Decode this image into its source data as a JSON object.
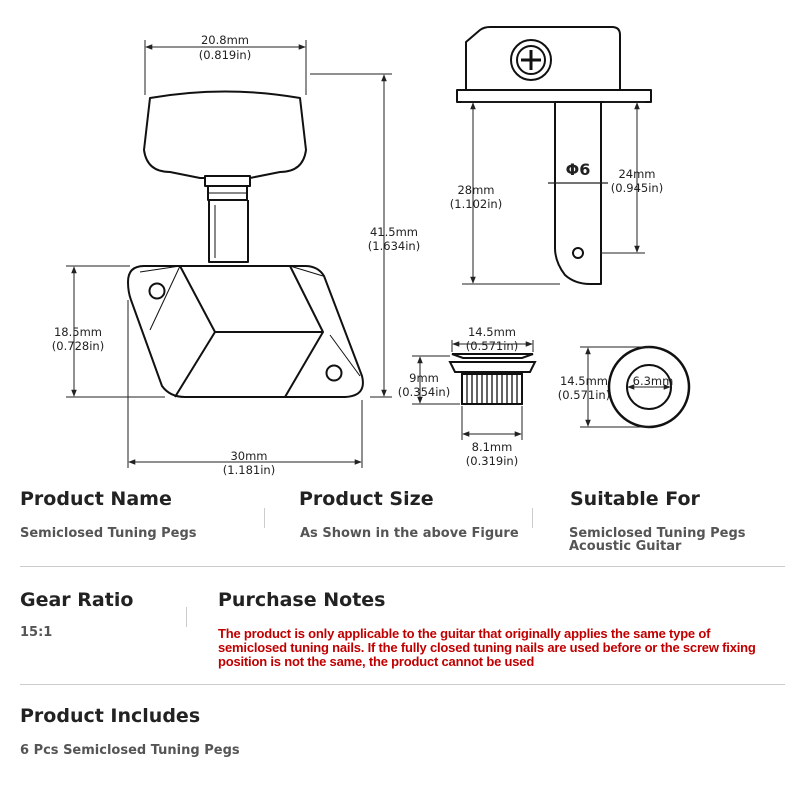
{
  "diagram": {
    "knob_width": [
      "20.8mm",
      "(0.819in)"
    ],
    "total_height": [
      "41.5mm",
      "(1.634in)"
    ],
    "base_height": [
      "18.5mm",
      "(0.728in)"
    ],
    "base_width": [
      "30mm",
      "(1.181in)"
    ],
    "post_length": [
      "28mm",
      "(1.102in)"
    ],
    "post_lower": [
      "24mm",
      "(0.945in)"
    ],
    "post_diameter": "Φ6",
    "bushing_top": [
      "14.5mm",
      "(0.571in)"
    ],
    "bushing_height": [
      "9mm",
      "(0.354in)"
    ],
    "bushing_bottom": [
      "8.1mm",
      "(0.319in)"
    ],
    "washer_outer": [
      "14.5mm",
      "(0.571in)"
    ],
    "washer_inner": "6.3mm"
  },
  "info": {
    "product_name": {
      "heading": "Product Name",
      "value": "Semiclosed Tuning Pegs"
    },
    "product_size": {
      "heading": "Product Size",
      "value": "As Shown in the above Figure"
    },
    "suitable_for": {
      "heading": "Suitable For",
      "values": [
        "Semiclosed Tuning Pegs",
        "Acoustic Guitar"
      ]
    },
    "gear_ratio": {
      "heading": "Gear Ratio",
      "value": "15:1"
    },
    "purchase_notes": {
      "heading": "Purchase Notes",
      "lines": [
        "The product is only applicable to the guitar that originally applies the same type of",
        "semiclosed tuning nails. If the fully closed tuning nails are used before or the screw fixing",
        "position is not the same, the product cannot be used"
      ]
    },
    "product_includes": {
      "heading": "Product Includes",
      "value": "6 Pcs Semiclosed Tuning Pegs"
    }
  },
  "colors": {
    "note_text": "#c00000",
    "divider": "#cccccc"
  }
}
